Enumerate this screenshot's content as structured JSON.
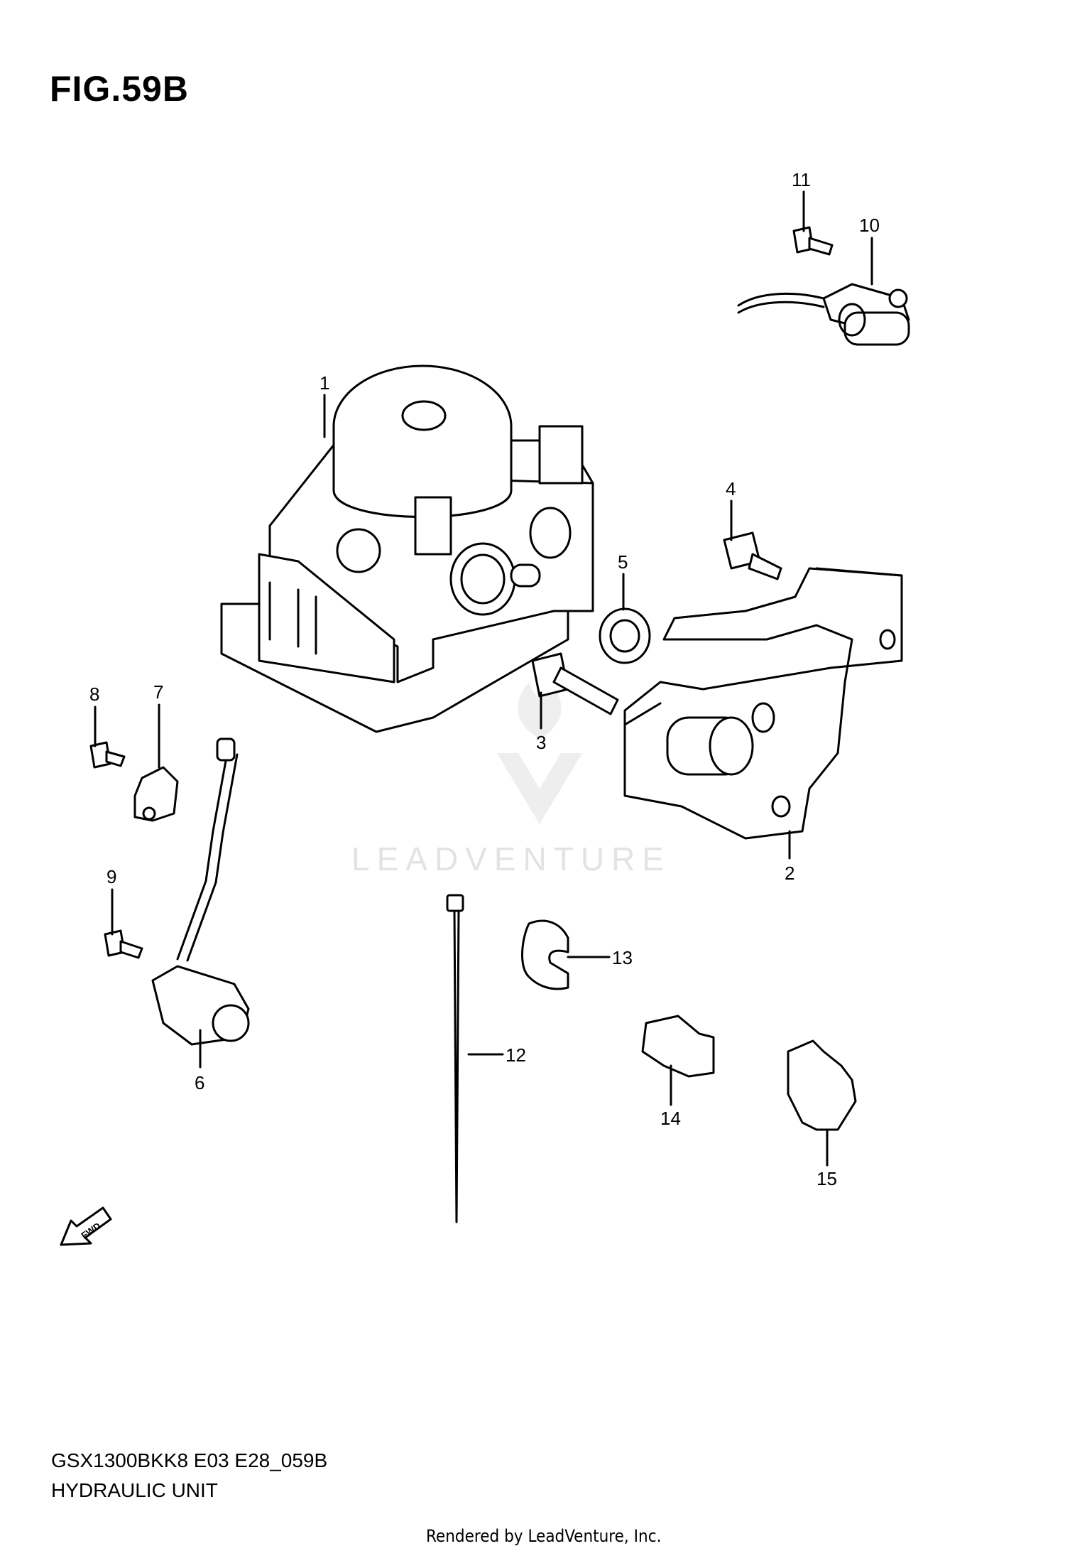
{
  "figure": {
    "title": "FIG.59B",
    "model_code": "GSX1300BKK8 E03 E28_059B",
    "part_name": "HYDRAULIC UNIT",
    "footer": "Rendered by LeadVenture, Inc."
  },
  "watermark": {
    "text": "LEADVENTURE"
  },
  "fwd_arrow": {
    "label": "FWD"
  },
  "callouts": [
    {
      "id": "1",
      "label": "1"
    },
    {
      "id": "2",
      "label": "2"
    },
    {
      "id": "3",
      "label": "3"
    },
    {
      "id": "4",
      "label": "4"
    },
    {
      "id": "5",
      "label": "5"
    },
    {
      "id": "6",
      "label": "6"
    },
    {
      "id": "7",
      "label": "7"
    },
    {
      "id": "8",
      "label": "8"
    },
    {
      "id": "9",
      "label": "9"
    },
    {
      "id": "10",
      "label": "10"
    },
    {
      "id": "11",
      "label": "11"
    },
    {
      "id": "12",
      "label": "12"
    },
    {
      "id": "13",
      "label": "13"
    },
    {
      "id": "14",
      "label": "14"
    },
    {
      "id": "15",
      "label": "15"
    }
  ],
  "colors": {
    "line": "#000000",
    "background": "#ffffff",
    "watermark": "#e3e3e3"
  }
}
